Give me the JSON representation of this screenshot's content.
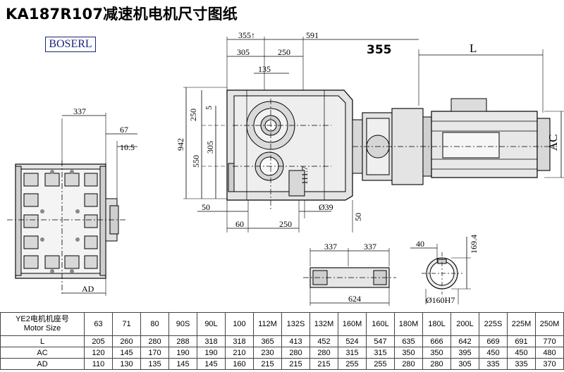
{
  "title": "KA187R107减速机电机尺寸图纸",
  "brand": "BOSERL",
  "dims": {
    "d337a": "337",
    "d67": "67",
    "d10_5": "10.5",
    "dAD": "AD",
    "d355t": "355↑",
    "d591": "591",
    "d305": "305",
    "d250a": "250",
    "d135": "135",
    "d355big": "355",
    "dL": "L",
    "dAC": "AC",
    "d250v": "250",
    "d5": "5",
    "d942": "942",
    "d550": "550",
    "d305v": "305",
    "d111_7": "111.7",
    "d50a": "50",
    "d39": "Ø39",
    "d60": "60",
    "d250b": "250",
    "d50v": "50",
    "d337b": "337",
    "d337c": "337",
    "d624": "624",
    "d40": "40",
    "d169_4": "169.4",
    "d160h7": "Ø160H7"
  },
  "table": {
    "header_label_line1": "YE2电机机座号",
    "header_label_line2": "Motor Size",
    "motor_sizes": [
      "63",
      "71",
      "80",
      "90S",
      "90L",
      "100",
      "112M",
      "132S",
      "132M",
      "160M",
      "160L",
      "180M",
      "180L",
      "200L",
      "225S",
      "225M",
      "250M"
    ],
    "rows": [
      {
        "label": "L",
        "values": [
          "205",
          "260",
          "280",
          "288",
          "318",
          "318",
          "365",
          "413",
          "452",
          "524",
          "547",
          "635",
          "666",
          "642",
          "669",
          "691",
          "770"
        ]
      },
      {
        "label": "AC",
        "values": [
          "120",
          "145",
          "170",
          "190",
          "190",
          "210",
          "230",
          "280",
          "280",
          "315",
          "315",
          "350",
          "350",
          "395",
          "450",
          "450",
          "480"
        ]
      },
      {
        "label": "AD",
        "values": [
          "110",
          "130",
          "135",
          "145",
          "145",
          "160",
          "215",
          "215",
          "215",
          "255",
          "255",
          "280",
          "280",
          "305",
          "335",
          "335",
          "370"
        ]
      }
    ]
  }
}
